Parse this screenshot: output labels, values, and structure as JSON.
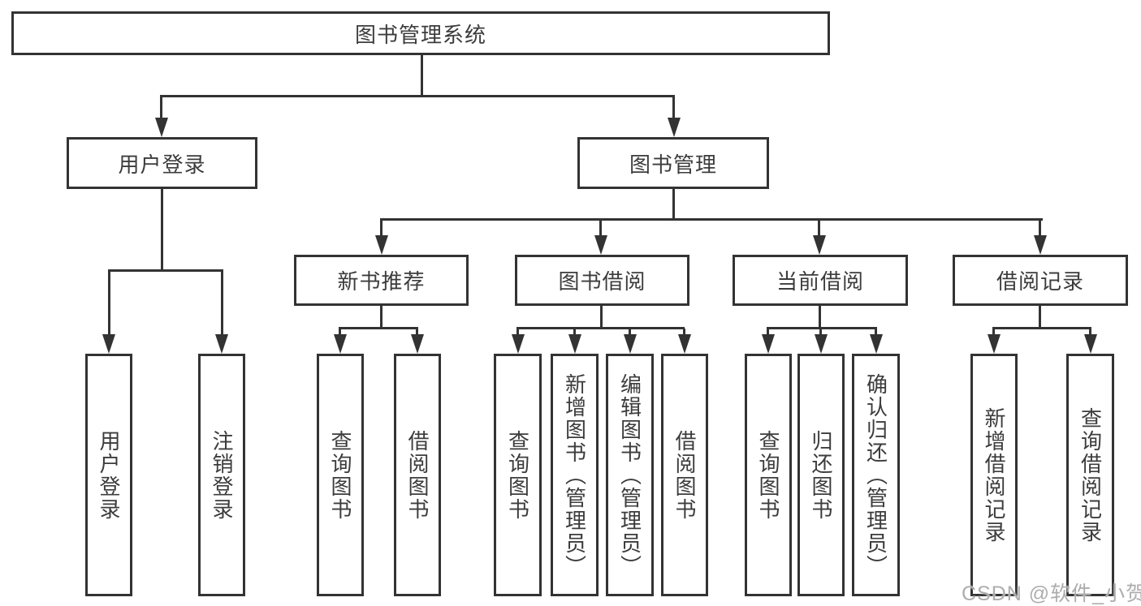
{
  "colors": {
    "line": "#333333",
    "text": "#3c3c3c",
    "background": "#ffffff",
    "watermark": "#adadad"
  },
  "watermark": {
    "text": "CSDN @软件_小贺同学"
  },
  "tree": {
    "root": "图书管理系统",
    "children": [
      {
        "label": "用户登录",
        "children": [
          "用户登录",
          "注销登录"
        ]
      },
      {
        "label": "图书管理",
        "children": [
          {
            "label": "新书推荐",
            "children": [
              "查询图书",
              "借阅图书"
            ]
          },
          {
            "label": "图书借阅",
            "children": [
              "查询图书",
              "新增图书（管理员）",
              "编辑图书（管理员）",
              "借阅图书"
            ]
          },
          {
            "label": "当前借阅",
            "children": [
              "查询图书",
              "归还图书",
              "确认归还（管理员）"
            ]
          },
          {
            "label": "借阅记录",
            "children": [
              "新增借阅记录",
              "查询借阅记录"
            ]
          }
        ]
      }
    ]
  }
}
